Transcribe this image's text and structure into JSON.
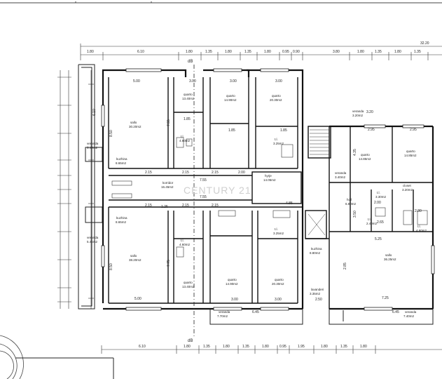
{
  "top_dims": [
    "1.80",
    "6.10",
    "1.80",
    "1.35",
    "1.80",
    "1.35",
    "1.80",
    "0.95",
    "0.90",
    "3.80",
    "1.80",
    "1.35",
    "1.80",
    "1.35"
  ],
  "top_total": "32.20",
  "bottom_dims": [
    "6.10",
    "1.80",
    "1.35",
    "1.80",
    "1.35",
    "1.80",
    "0.95",
    "1.95",
    "1.80",
    "1.35",
    "1.80"
  ],
  "section_mark": "dB",
  "rooms": [
    {
      "id": "sala-top",
      "name": "sallo",
      "area": "30.20m2"
    },
    {
      "id": "q1",
      "name": "quarto",
      "area": "13.40m2"
    },
    {
      "id": "q2",
      "name": "quarto",
      "area": "14.90m2"
    },
    {
      "id": "q3",
      "name": "quarto",
      "area": "20.30m2"
    },
    {
      "id": "wc1",
      "name": "t.l.",
      "area": "4.60m2"
    },
    {
      "id": "wc2",
      "name": "t.l.",
      "area": "3.25m2"
    },
    {
      "id": "kitchen-top",
      "name": "kuzhina",
      "area": "8.65m2"
    },
    {
      "id": "veranda-top",
      "name": "veranda",
      "area": "5.45m2"
    },
    {
      "id": "corridor",
      "name": "korridor",
      "area": "16.45m2"
    },
    {
      "id": "hall",
      "name": "hyrje",
      "area": "14.05m2"
    },
    {
      "id": "sala-bot",
      "name": "sallo",
      "area": "38.20m2"
    },
    {
      "id": "q4",
      "name": "quarto",
      "area": "13.40m2"
    },
    {
      "id": "q5",
      "name": "quarto",
      "area": "14.90m2"
    },
    {
      "id": "q6",
      "name": "quarto",
      "area": "20.30m2"
    },
    {
      "id": "wc3",
      "name": "t.l.",
      "area": "4.60m2"
    },
    {
      "id": "wc4",
      "name": "t.l.",
      "area": "3.25m2"
    },
    {
      "id": "kitchen-bot",
      "name": "kuzhina",
      "area": "8.65m2"
    },
    {
      "id": "veranda-bot",
      "name": "veranda",
      "area": "5.45m2"
    },
    {
      "id": "veranda-s1",
      "name": "veranda",
      "area": "7.70m2"
    },
    {
      "id": "veranda-right-top",
      "name": "veranda",
      "area": "3.20m2"
    },
    {
      "id": "q7",
      "name": "quarto",
      "area": "14.85m2"
    },
    {
      "id": "q8",
      "name": "quarto",
      "area": "14.85m2"
    },
    {
      "id": "veranda-r",
      "name": "veranda",
      "area": "3.40m2"
    },
    {
      "id": "hall-r",
      "name": "holl",
      "area": "6.80m2"
    },
    {
      "id": "wc5",
      "name": "t.l.",
      "area": "3.30m2"
    },
    {
      "id": "wc6",
      "name": "t.l.",
      "area": "2.40m2"
    },
    {
      "id": "closet",
      "name": "closet",
      "area": "3.20m2"
    },
    {
      "id": "wc7",
      "name": "t.l.",
      "area": "4.60m2"
    },
    {
      "id": "kitchen-r",
      "name": "kuzhina",
      "area": "8.80m2"
    },
    {
      "id": "sala-r",
      "name": "sallo",
      "area": "36.25m2"
    },
    {
      "id": "veranda-s2",
      "name": "veranda",
      "area": "7.40m2"
    },
    {
      "id": "lavanderi",
      "name": "lavanderi",
      "area": "3.35m2"
    }
  ],
  "inner_dims": {
    "d500a": "5.00",
    "d300a": "3.00",
    "d300b": "3.00",
    "d300c": "3.00",
    "d185a": "1.85",
    "d185b": "1.85",
    "d185c": "1.85",
    "d215a": "2.15",
    "d215b": "2.15",
    "d200a": "2.00",
    "d215c": "2.15",
    "d755a": "7.55",
    "d755b": "7.55",
    "d485": "4.85",
    "d125": "1.25",
    "d215d": "2.15",
    "d215e": "2.15",
    "d215f": "2.15",
    "d500b": "5.00",
    "d300d": "3.00",
    "d300e": "3.00",
    "d645a": "6.45",
    "d645b": "6.45",
    "d725": "7.25",
    "d525": "5.25",
    "d295a": "2.95",
    "d295b": "2.95",
    "d320": "3.20",
    "d250": "2.50",
    "d265": "2.65",
    "d200b": "2.00",
    "d230": "2.30",
    "v610": "6.10",
    "v850": "8.50",
    "v850b": "8.50",
    "v775": "7.75",
    "v755": "7.55",
    "v435": "4.35",
    "v350": "3.50",
    "v285": "2.85"
  },
  "watermark": "CENTURY 21"
}
